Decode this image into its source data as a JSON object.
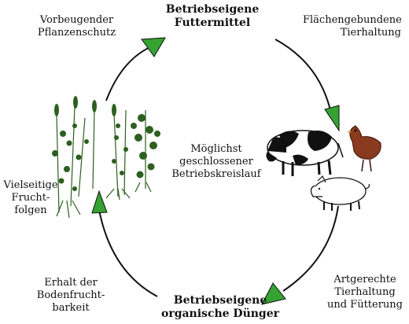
{
  "labels": {
    "top_title": "Betriebseigene\nFuttermittel",
    "bottom_title": "Betriebseigene\norganische Dünger",
    "center": "Möglichst\ngeschlossener\nBetriebskreislauf",
    "top_left": "Vorbeugender\nPflanzenschutz",
    "top_right": "Flächengebundene\nTierhaltung",
    "left": "Vielseitige\nFrucht-\nfolgen",
    "bottom_left": "Erhalt der\nBodenfrucht-\nbarkeit",
    "bottom_right": "Artgerechte\nTierhaltung\nund Fütterung"
  },
  "colors": {
    "arrow_fill": "#35a232",
    "line": "#111111",
    "cow_black": "#111111",
    "chicken": "#8a3a1e",
    "plant": "#2d5f1f"
  },
  "icons": [
    "plants-illustration",
    "cow-icon",
    "chicken-icon",
    "pig-icon"
  ]
}
